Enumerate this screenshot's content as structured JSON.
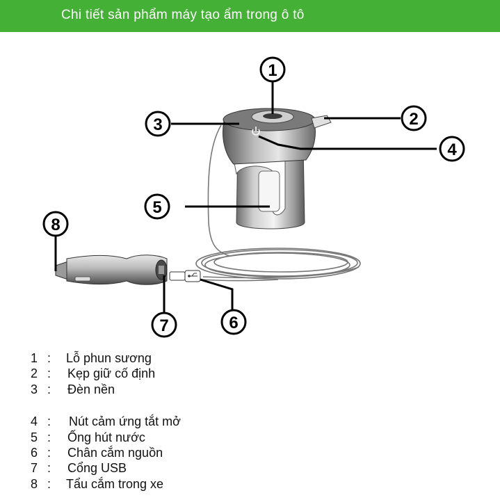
{
  "banner": {
    "title": "Chi tiết sản phẩm máy tạo ẩm trong ô tô",
    "color": "#44b035"
  },
  "diagram": {
    "markers": [
      "1",
      "2",
      "3",
      "4",
      "5",
      "6",
      "7",
      "8"
    ],
    "power_icon": "power-icon",
    "usb_icon": "usb-icon"
  },
  "legend": {
    "items": [
      {
        "num": "1",
        "label": "Lỗ phun sương"
      },
      {
        "num": "2",
        "label": "Kẹp giữ cố định"
      },
      {
        "num": "3",
        "label": "Đèn nền"
      },
      {
        "num": "4",
        "label": "Nút cảm ứng tắt mở"
      },
      {
        "num": "5",
        "label": "Ống hút nước"
      },
      {
        "num": "6",
        "label": "Chân cắm nguồn"
      },
      {
        "num": "7",
        "label": "Cổng USB"
      },
      {
        "num": "8",
        "label": "Tẩu cắm trong xe"
      }
    ]
  }
}
